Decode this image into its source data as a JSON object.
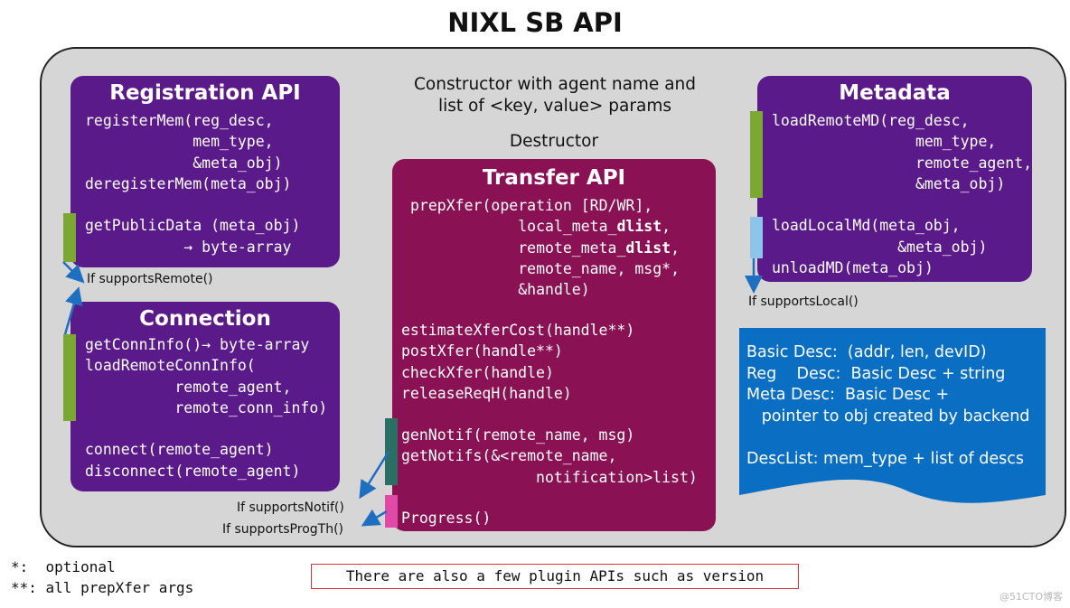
{
  "title": "NIXL SB API",
  "constructor_text": "Constructor with agent name and\nlist of <key, value> params",
  "destructor_text": "Destructor",
  "registration": {
    "title": "Registration API",
    "lines": [
      "registerMem(reg_desc,",
      "            mem_type,",
      "            &meta_obj)",
      "deregisterMem(meta_obj)",
      "",
      "getPublicData (meta_obj)",
      "           → byte-array"
    ]
  },
  "connection": {
    "title": "Connection",
    "lines": [
      "getConnInfo()→ byte-array",
      "loadRemoteConnInfo(",
      "          remote_agent,",
      "          remote_conn_info)",
      "",
      "connect(remote_agent)",
      "disconnect(remote_agent)"
    ]
  },
  "transfer": {
    "title": "Transfer API",
    "prep_line1": "prepXfer(operation [RD/WR],",
    "prep_line2_prefix": "            local_meta_",
    "prep_line2_bold": "dlist",
    "prep_line2_suffix": ",",
    "prep_line3_prefix": "            remote_meta_",
    "prep_line3_bold": "dlist",
    "prep_line3_suffix": ",",
    "prep_line4": "            remote_name, msg*,",
    "prep_line5": "            &handle)",
    "lines_mid": [
      "estimateXferCost(handle**)",
      "postXfer(handle**)",
      "checkXfer(handle)",
      "releaseReqH(handle)"
    ],
    "lines_notif": [
      "genNotif(remote_name, msg)",
      "getNotifs(&<remote_name,",
      "               notification>list)"
    ],
    "progress": "Progress()"
  },
  "metadata": {
    "title": "Metadata",
    "lines": [
      "loadRemoteMD(reg_desc,",
      "                mem_type,",
      "                remote_agent,",
      "                &meta_obj)",
      "",
      "loadLocalMd(meta_obj,",
      "              &meta_obj)",
      "unloadMD(meta_obj)"
    ]
  },
  "annotations": {
    "supports_remote": "If supportsRemote()",
    "supports_local": "If supportsLocal()",
    "supports_notif": "If supportsNotif()",
    "supports_progth": "If supportsProgTh()"
  },
  "descriptors": {
    "text": "Basic Desc:  (addr, len, devID)\nReg    Desc:  Basic Desc + string\nMeta Desc:  Basic Desc +\n   pointer to obj created by backend\n\nDescList: mem_type + list of descs"
  },
  "footnotes": {
    "optional": "*:  optional",
    "prep_args": "**: all prepXfer args"
  },
  "note": "There are also a few plugin APIs such as version",
  "watermark": "@51CTO博客",
  "colors": {
    "purple": "#5b1a8a",
    "magenta": "#8a1153",
    "blue": "#0a6fc2",
    "green": "#7aa832",
    "teal": "#2b6e63",
    "pink": "#e04aa6",
    "light_blue": "#8fc4ea",
    "arrow": "#1f6fc0"
  }
}
